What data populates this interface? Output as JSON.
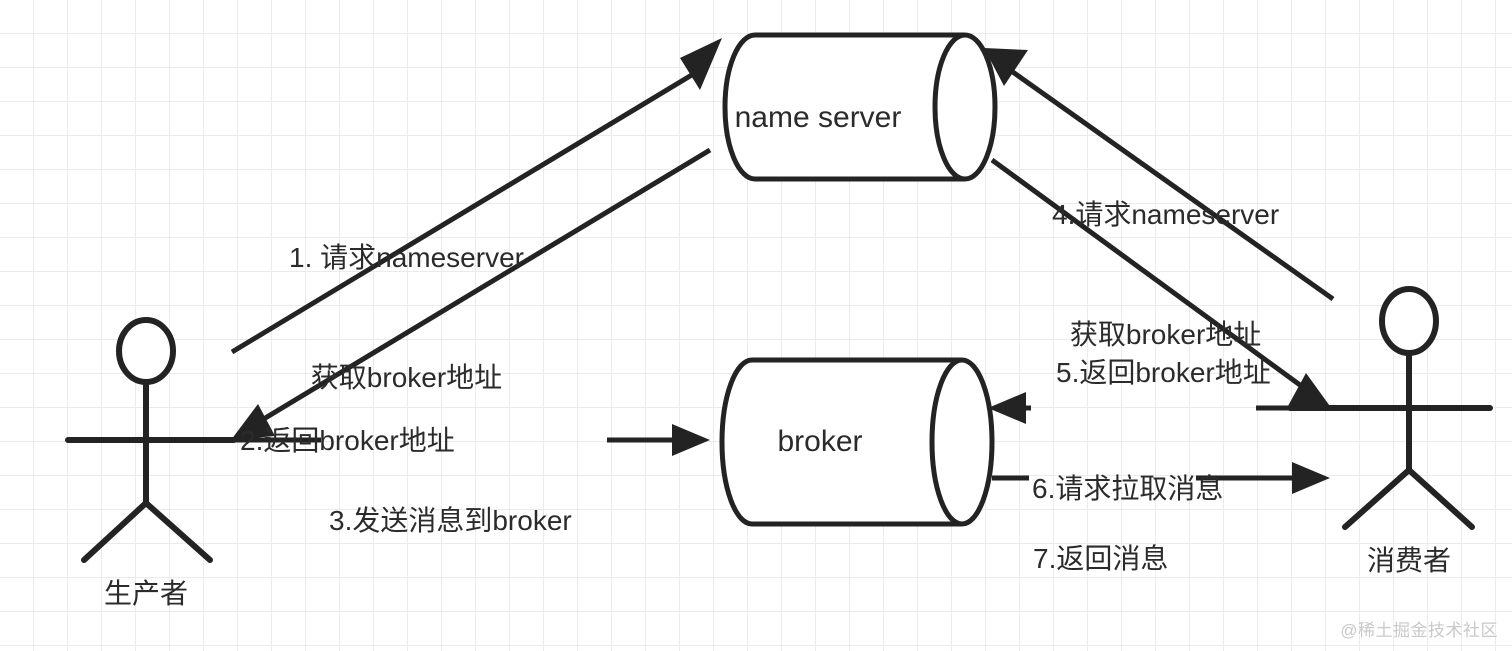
{
  "diagram": {
    "title": "RocketMQ message flow",
    "watermark": "@稀土掘金技术社区",
    "colors": {
      "stroke": "#232323",
      "fill": "#ffffff",
      "grid": "#ebebeb",
      "watermark": "#c9c9c9"
    },
    "nodes": [
      {
        "id": "name-server",
        "label": "name server",
        "shape": "cylinder"
      },
      {
        "id": "broker",
        "label": "broker",
        "shape": "cylinder"
      }
    ],
    "actors": [
      {
        "id": "producer",
        "label": "生产者",
        "shape": "stick-figure"
      },
      {
        "id": "consumer",
        "label": "消费者",
        "shape": "stick-figure"
      }
    ],
    "edges": [
      {
        "id": "edge-1",
        "step": "1",
        "from": "producer",
        "to": "name-server",
        "lines": [
          "1. 请求nameserver",
          "获取broker地址"
        ]
      },
      {
        "id": "edge-2",
        "step": "2",
        "from": "name-server",
        "to": "producer",
        "lines": [
          "2.返回broker地址"
        ]
      },
      {
        "id": "edge-3",
        "step": "3",
        "from": "producer",
        "to": "broker",
        "lines": [
          "3.发送消息到broker"
        ]
      },
      {
        "id": "edge-4",
        "step": "4",
        "from": "consumer",
        "to": "name-server",
        "lines": [
          "4.请求nameserver",
          "获取broker地址"
        ]
      },
      {
        "id": "edge-5",
        "step": "5",
        "from": "name-server",
        "to": "consumer",
        "lines": [
          "5.返回broker地址"
        ]
      },
      {
        "id": "edge-6",
        "step": "6",
        "from": "consumer",
        "to": "broker",
        "lines": [
          "6.请求拉取消息"
        ]
      },
      {
        "id": "edge-7",
        "step": "7",
        "from": "broker",
        "to": "consumer",
        "lines": [
          "7.返回消息"
        ]
      }
    ]
  }
}
